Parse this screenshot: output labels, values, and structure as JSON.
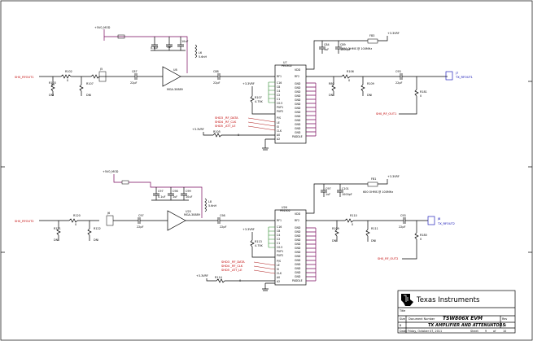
{
  "top": {
    "power": "+5V0_MOD",
    "input_net": "SH0_RFOUT1",
    "amp_ref": "U8",
    "amp_part": "MGA-30889",
    "atten_ref": "U7",
    "atten_part": "PE4302",
    "output_port": "J7",
    "output_net": "TX_RFOUT1",
    "rf_out_net": "SH0_RF_OUT1",
    "supply_3v3": "+3.3VRF",
    "ctrl_nets": [
      "SHD3 _RF_DATA",
      "SHD4 _RF_CLK",
      "SHD5 _ATT_LE"
    ],
    "refs": [
      "R103",
      "R102",
      "R101",
      "R107",
      "R106",
      "R109",
      "R110",
      "R105",
      "R108",
      "R104",
      "R181",
      "J5",
      "C87",
      "C88",
      "C84",
      "C93",
      "L6",
      "FB3"
    ],
    "values": [
      "0",
      "DNI",
      "0.1uF",
      "1uF",
      "10uF",
      "22pF",
      "5.6nH",
      "4.75K",
      "600 OHMS @ 100MHz"
    ]
  },
  "bottom": {
    "power": "+5V0_MOD",
    "input_net": "SH0_RFOUT2",
    "amp_ref": "U25",
    "amp_part": "MGA-30889",
    "atten_ref": "U26",
    "atten_part": "PE4302",
    "output_port": "J8",
    "output_net": "TX_RFOUT2",
    "rf_out_net": "SH0_RF_OUT2",
    "supply_3v3": "+3.3VRF",
    "ctrl_nets": [
      "SHD3 _RF_DATA",
      "SHD4 _RF_CLK",
      "SHD5 _ATT_LE"
    ],
    "refs": [
      "R121",
      "R120",
      "R119",
      "R122",
      "R116",
      "R109",
      "R111",
      "R113",
      "R114",
      "R180",
      "J6",
      "C97",
      "C98",
      "C99",
      "C101",
      "L8",
      "FB1"
    ]
  },
  "pins": {
    "left": [
      "RF1",
      "C16",
      "C8",
      "C4",
      "C2",
      "C1",
      "C0.5",
      "PUP1",
      "PUP2",
      "P/S",
      "LE",
      "SI",
      "CLK",
      "A0",
      "A1",
      "A2"
    ],
    "right": [
      "VDD",
      "RF2",
      "GND",
      "GND",
      "GND",
      "GND",
      "GND",
      "GND",
      "GND",
      "GND",
      "GND",
      "GND",
      "GND",
      "GND",
      "GND",
      "PADDLE"
    ]
  },
  "title_block": {
    "company": "Texas Instruments",
    "size_label": "Size",
    "size": "B",
    "doc_label": "Document Number",
    "rev_label": "Rev",
    "rev": "B",
    "board": "TSW806X EVM",
    "page": "TX AMPLIFIER AND ATTENUATORS",
    "date_label": "Date:",
    "date": "Friday, October 07, 2011",
    "sheet_label": "Sheet",
    "sheet": "9",
    "of": "of",
    "sheets": "10",
    "title_label": "Title"
  }
}
